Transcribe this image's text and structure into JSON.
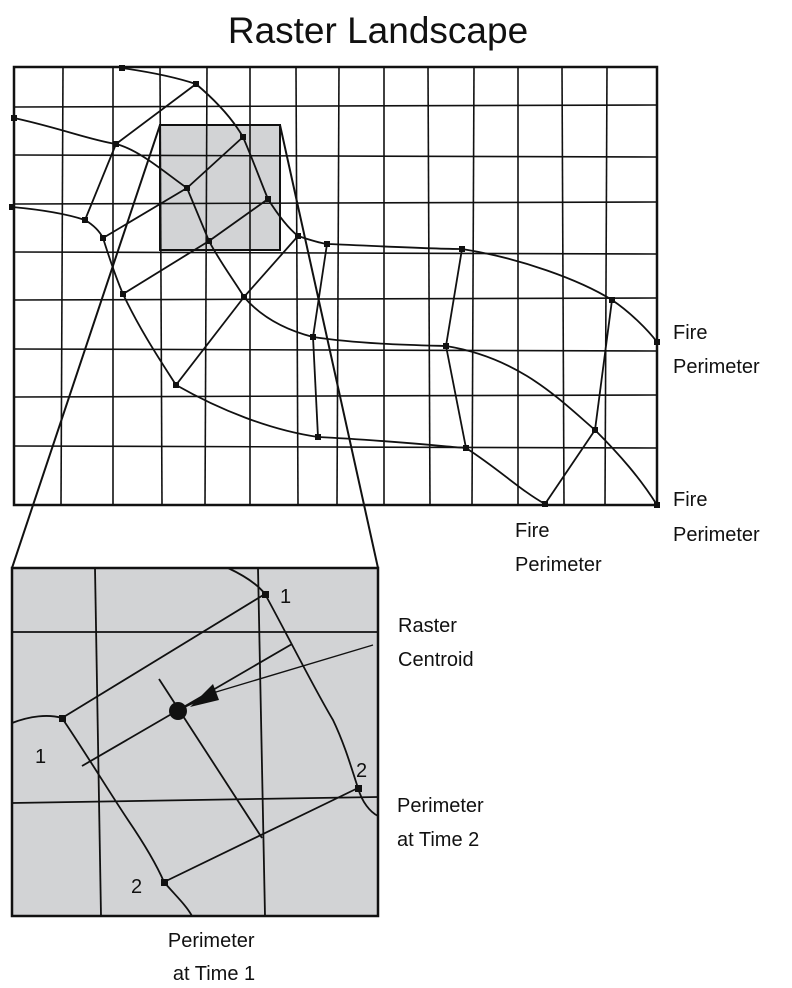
{
  "title": "Raster Landscape",
  "labels": {
    "fire_perimeter_upper": [
      "Fire",
      "Perimeter"
    ],
    "fire_perimeter_right": [
      "Fire",
      "Perimeter"
    ],
    "fire_perimeter_bottom": [
      "Fire",
      "Perimeter"
    ],
    "raster_centroid": [
      "Raster",
      "Centroid"
    ],
    "perimeter_time2": [
      "Perimeter",
      "at Time 2"
    ],
    "perimeter_time1": [
      "Perimeter",
      "at Time 1"
    ],
    "vertex_1_top": "1",
    "vertex_1_left": "1",
    "vertex_2_right": "2",
    "vertex_2_bottom": "2"
  },
  "colors": {
    "line": "#111111",
    "cell_highlight": "#d2d3d5",
    "background": "#ffffff"
  }
}
